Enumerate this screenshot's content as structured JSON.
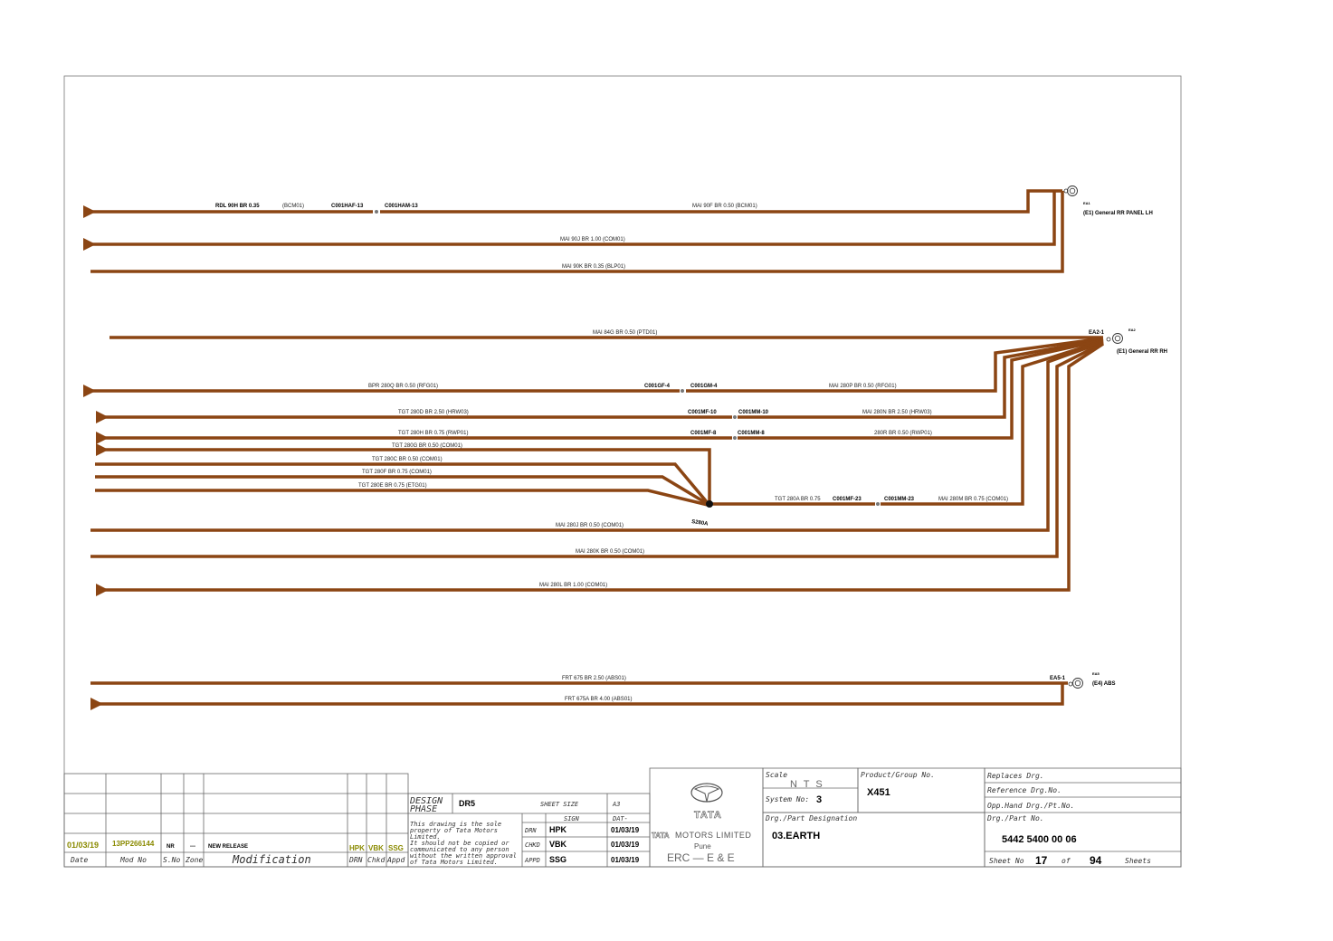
{
  "colors": {
    "wire": "#8B4513",
    "frame": "#777777",
    "olive": "#8a8a00"
  },
  "diagram": {
    "earth_points": {
      "ea1": {
        "tag": "EA1",
        "name": "(E1) General RR PANEL LH"
      },
      "ea2": {
        "tag": "EA2",
        "connector": "EA2-1",
        "name": "(E1) General RR RH"
      },
      "ea5": {
        "tag": "EA5",
        "connector": "EA5-1",
        "name": "(E4) ABS"
      }
    },
    "connectors": {
      "c001haf13": "C001HAF-13",
      "c001ham13": "C001HAM-13",
      "c001gf4": "C001GF-4",
      "c001gm4": "C001GM-4",
      "c001mf10": "C001MF-10",
      "c001mm10": "C001MM-10",
      "c001mf8": "C001MF-8",
      "c001mm8": "C001MM-8",
      "c001mf23": "C001MF-23",
      "c001mm23": "C001MM-23"
    },
    "splice": "S280A",
    "wires": {
      "rdl90h": {
        "code": "RDL  90H  BR  0.35",
        "circuit": "(BCM01)"
      },
      "mai90f": "MAI  90F  BR  0.50  (BCM01)",
      "mai90j": "MAI  90J  BR  1.00  (COM01)",
      "mai90k": "MAI  90K  BR  0.35  (BLP01)",
      "mai84g": "MAI  84G  BR  0.50  (PTD01)",
      "bpr280q": "BPR  280Q  BR  0.50  (RFG01)",
      "mai280p": "MAI  280P  BR  0.50  (RFG01)",
      "tgt280d": "TGT  280D  BR  2.50  (HRW03)",
      "mai280n": "MAI  280N  BR  2.50  (HRW03)",
      "tgt280h": "TGT  280H  BR  0.75  (RWP01)",
      "r280": "280R  BR  0.50  (RWP01)",
      "tgt280g": "TGT  280G  BR  0.50  (COM01)",
      "tgt280c": "TGT  280C  BR  0.50  (COM01)",
      "tgt280f": "TGT  280F  BR  0.75  (COM01)",
      "tgt280e": "TGT  280E  BR  0.75  (ETG01)",
      "tgt280a": "TGT  280A  BR  0.75",
      "mai280m": "MAI  280M  BR  0.75  (COM01)",
      "mai280j": "MAI  280J  BR  0.50  (COM01)",
      "mai280k": "MAI  280K  BR  0.50  (COM01)",
      "mai280l": "MAI  280L  BR  1.00  (COM01)",
      "frt675": "FRT  675  BR  2.50  (ABS01)",
      "frt675a": "FRT  675A  BR  4.00  (ABS01)"
    }
  },
  "title_block": {
    "revision": {
      "date": "01/03/19",
      "mod_no": "13PP266144",
      "s_no": "NR",
      "zone": "---",
      "modification": "NEW RELEASE",
      "drn": "HPK",
      "chkd": "VBK",
      "appd": "SSG"
    },
    "rev_headers": {
      "date": "Date",
      "mod_no": "Mod No",
      "s_no": "S.No",
      "zone": "Zone",
      "modification": "Modification",
      "drn": "DRN",
      "chkd": "Chkd",
      "appd": "Appd"
    },
    "design_phase_label_1": "DESIGN",
    "design_phase_label_2": "PHASE",
    "design_phase": "DR5",
    "sheet_size_label": "SHEET SIZE",
    "sheet_size": "A3",
    "notice": [
      "This drawing is the sole",
      "property of Tata Motors",
      "Limited.",
      "  It should not be copied or",
      "communicated to any person",
      "without the written approval",
      "of Tata Motors Limited."
    ],
    "sign_header": "SIGN",
    "date_header": "DAT-",
    "drn_label": "DRN",
    "drn_sign": "HPK",
    "drn_date": "01/03/19",
    "chkd_label": "CHKD",
    "chkd_sign": "VBK",
    "chkd_date": "01/03/19",
    "appd_label": "APPD",
    "appd_sign": "SSG",
    "appd_date": "01/03/19",
    "company_logo": "TATA",
    "company_wordmark": "TATA",
    "company_name": "MOTORS LIMITED",
    "city": "Pune",
    "dept": "ERC — E & E",
    "scale_label": "Scale",
    "scale": "N T S",
    "system_label": "System No:",
    "system_no": "3",
    "product_label": "Product/Group No.",
    "product_no": "X451",
    "designation_label": "Drg./Part Designation",
    "designation": "03.EARTH",
    "replaces_label": "Replaces Drg.",
    "reference_label": "Reference Drg.No.",
    "opp_hand_label": "Opp.Hand Drg./Pt.No.",
    "part_no_label": "Drg./Part No.",
    "part_no": "5442 5400 00 06",
    "sheet_no_label": "Sheet No",
    "sheet_no": "17",
    "of_label": "of",
    "total_sheets": "94",
    "sheets_label": "Sheets"
  }
}
